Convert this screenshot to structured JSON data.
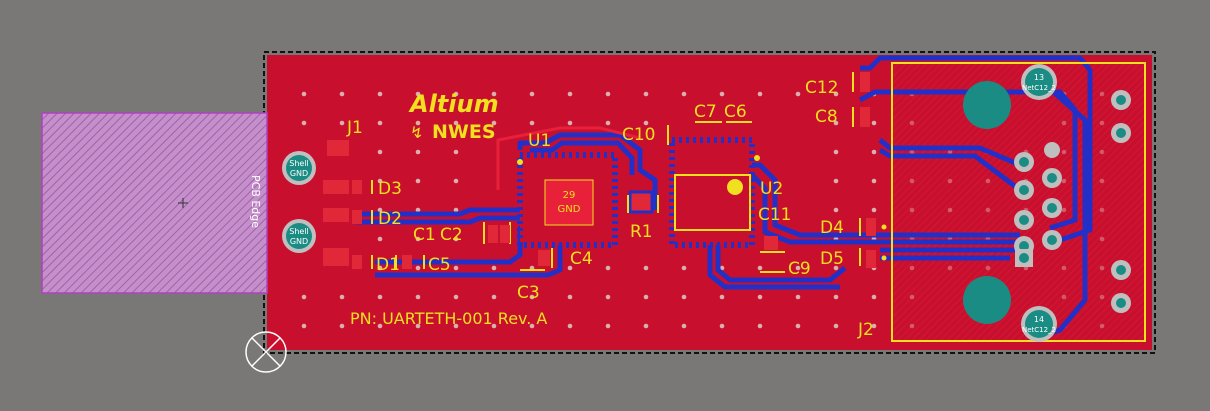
{
  "board": {
    "logo_brand": "Altium",
    "logo_sub": "NWES",
    "part_number": "PN: UARTETH-001  Rev. A",
    "edge_label": "PCB Edge"
  },
  "labels": {
    "J1": "J1",
    "J2": "J2",
    "U1": "U1",
    "U2": "U2",
    "D1": "D1",
    "D2": "D2",
    "D3": "D3",
    "D4": "D4",
    "D5": "D5",
    "C1": "C1",
    "C2": "C2",
    "C3": "C3",
    "C4": "C4",
    "C5": "C5",
    "C6": "C6",
    "C7": "C7",
    "C8": "C8",
    "C9": "C9",
    "C10": "C10",
    "C11": "C11",
    "C12": "C12",
    "R1": "R1"
  },
  "pads": {
    "shell_top": "Shell",
    "gnd_top": "GND",
    "shell_bottom": "Shell",
    "gnd_bottom": "GND",
    "u1_pad_num": "29",
    "u1_pad_net": "GND",
    "j2_pad_top_num": "13",
    "j2_pad_top_net": "NetC12_2",
    "j2_pad_bottom_num": "14",
    "j2_pad_bottom_net": "NetC12_2"
  },
  "colors": {
    "background": "#7a7876",
    "board": "#c8102e",
    "copper_bottom": "#2330c8",
    "silkscreen": "#f0e020",
    "keepout": "#b040c0",
    "pad_teal": "#1a8c84"
  }
}
